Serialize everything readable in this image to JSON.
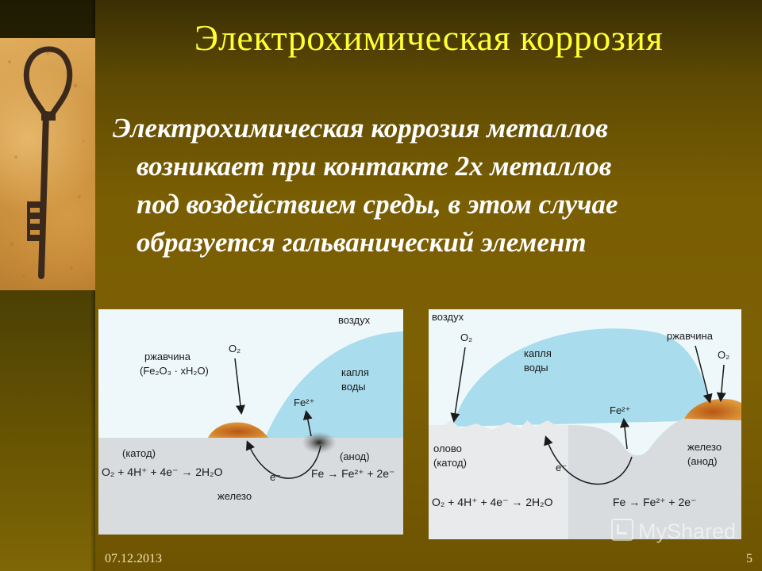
{
  "slide": {
    "title": "Электрохимическая коррозия",
    "body_lines": [
      "Электрохимическая коррозия металлов",
      "возникает при контакте 2х металлов",
      "под воздействием среды, в этом случае",
      "образуется гальванический элемент"
    ],
    "date": "07.12.2013",
    "page_number": "5",
    "watermark": "MyShared"
  },
  "diagram_left": {
    "air": "воздух",
    "rust": "ржавчина",
    "rust_formula": "(Fe₂O₃ · xH₂O)",
    "o2": "O₂",
    "drop_line1": "капля",
    "drop_line2": "воды",
    "fe2": "Fe²⁺",
    "electron": "e⁻",
    "cathode": "(катод)",
    "anode": "(анод)",
    "cathode_eq": "O₂ + 4H⁺ + 4e⁻ → 2H₂O",
    "anode_eq": "Fe → Fe²⁺ + 2e⁻",
    "metal": "железо"
  },
  "diagram_right": {
    "air": "воздух",
    "o2_left": "O₂",
    "drop_line1": "капля",
    "drop_line2": "воды",
    "rust": "ржавчина",
    "o2_right": "O₂",
    "fe2": "Fe²⁺",
    "electron": "e⁻",
    "tin_line1": "олово",
    "tin_line2": "(катод)",
    "iron_line1": "железо",
    "iron_line2": "(анод)",
    "cathode_eq": "O₂ + 4H⁺ + 4e⁻ → 2H₂O",
    "anode_eq": "Fe → Fe²⁺ + 2e⁻"
  },
  "colors": {
    "title": "#ffff33",
    "body": "#ffffff",
    "water": "#a9dcec",
    "air_bg": "#eef8fb",
    "metal": "#d8dcdf",
    "rust": "#c8691d"
  }
}
